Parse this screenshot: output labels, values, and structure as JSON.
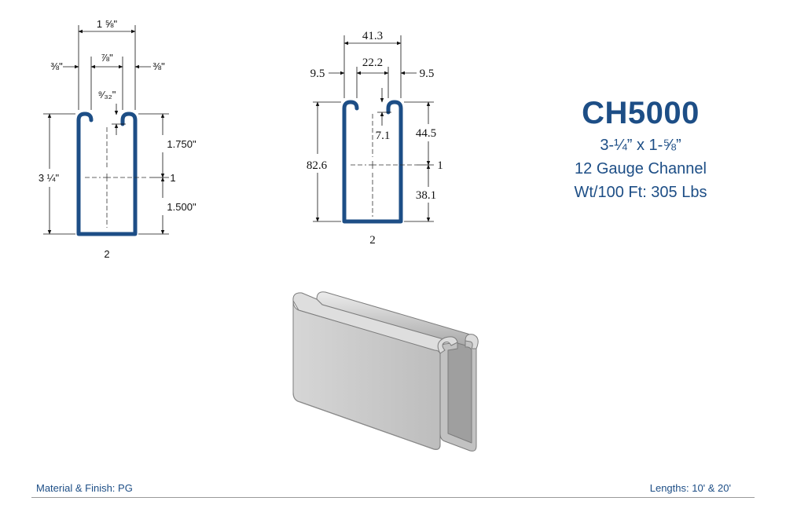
{
  "spec": {
    "part_number": "CH5000",
    "size": "3-¼” x 1-⅝”",
    "gauge": "12 Gauge Channel",
    "weight": "Wt/100 Ft: 305 Lbs"
  },
  "imperial_drawing": {
    "overall_width": "1 ⅝\"",
    "left_flange": "⅜\"",
    "slot_width": "⅞\"",
    "right_flange": "⅜\"",
    "lip_return": "⁹⁄₃₂\"",
    "height": "3 ¼\"",
    "upper_to_axis": "1.750\"",
    "lower_to_axis": "1.500\"",
    "axis_1": "1",
    "axis_2": "2"
  },
  "metric_drawing": {
    "overall_width": "41.3",
    "left_flange": "9.5",
    "slot_width": "22.2",
    "right_flange": "9.5",
    "lip_return": "7.1",
    "height": "82.6",
    "upper_to_axis": "44.5",
    "lower_to_axis": "38.1",
    "axis_1": "1",
    "axis_2": "2"
  },
  "footer": {
    "material": "Material & Finish: PG",
    "lengths": "Lengths: 10' & 20'"
  },
  "colors": {
    "profile": "#1d4e86",
    "heading": "#1d4e86",
    "steel": "#c9c9c9"
  }
}
